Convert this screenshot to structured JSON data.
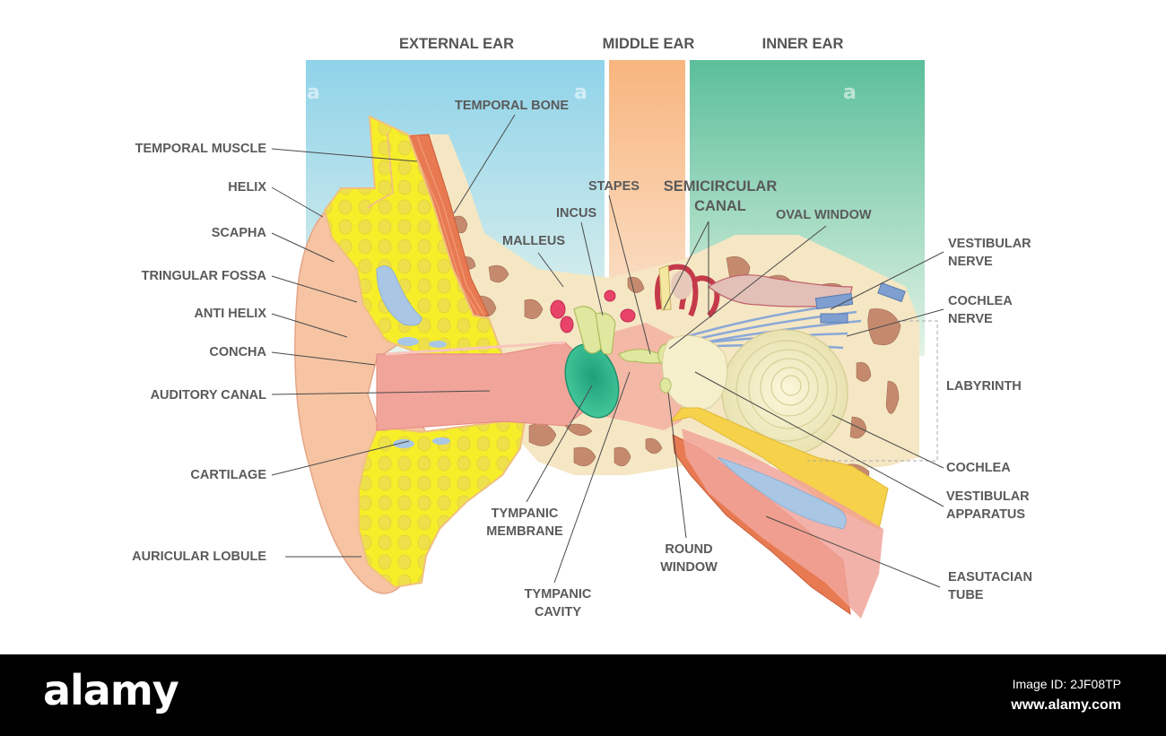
{
  "sections": {
    "external": "EXTERNAL EAR",
    "middle": "MIDDLE EAR",
    "inner": "INNER EAR"
  },
  "labels": {
    "temporal_muscle": "TEMPORAL MUSCLE",
    "helix": "HELIX",
    "scapha": "SCAPHA",
    "triangular_fossa": "TRINGULAR FOSSA",
    "anti_helix": "ANTI  HELIX",
    "concha": "CONCHA",
    "auditory_canal": "AUDITORY CANAL",
    "cartilage": "CARTILAGE",
    "auricular_lobule": "AURICULAR LOBULE",
    "temporal_bone": "TEMPORAL BONE",
    "stapes": "STAPES",
    "semicircular_canal_1": "SEMICIRCULAR",
    "semicircular_canal_2": "CANAL",
    "incus": "INCUS",
    "malleus": "MALLEUS",
    "oval_window": "OVAL WINDOW",
    "vestibular_nerve_1": "VESTIBULAR",
    "vestibular_nerve_2": "NERVE",
    "cochlea_nerve_1": "COCHLEA",
    "cochlea_nerve_2": "NERVE",
    "labyrinth": "LABYRINTH",
    "cochlea": "COCHLEA",
    "vestibular_apparatus_1": "VESTIBULAR",
    "vestibular_apparatus_2": "APPARATUS",
    "eustachian_tube_1": "EASUTACIAN",
    "eustachian_tube_2": "TUBE",
    "tympanic_membrane_1": "TYMPANIC",
    "tympanic_membrane_2": "MEMBRANE",
    "round_window_1": "ROUND",
    "round_window_2": "WINDOW",
    "tympanic_cavity_1": "TYMPANIC",
    "tympanic_cavity_2": "CAVITY"
  },
  "watermark": {
    "brand": "alamy",
    "image_id": "Image ID: 2JF08TP",
    "url": "www.alamy.com"
  },
  "colors": {
    "external_band": "#8fd3ea",
    "middle_band": "#f8b57e",
    "inner_band": "#5bbf9a",
    "skin": "#f6c4a3",
    "cartilage": "#f7ee2a",
    "bone": "#f5e7c4",
    "bone_spot": "#c58a6e",
    "muscle": "#e87a52",
    "canal": "#f1a49a",
    "membrane": "#2fb58a",
    "nerve": "#8aa8d6",
    "label_text": "#5a5a5a"
  }
}
